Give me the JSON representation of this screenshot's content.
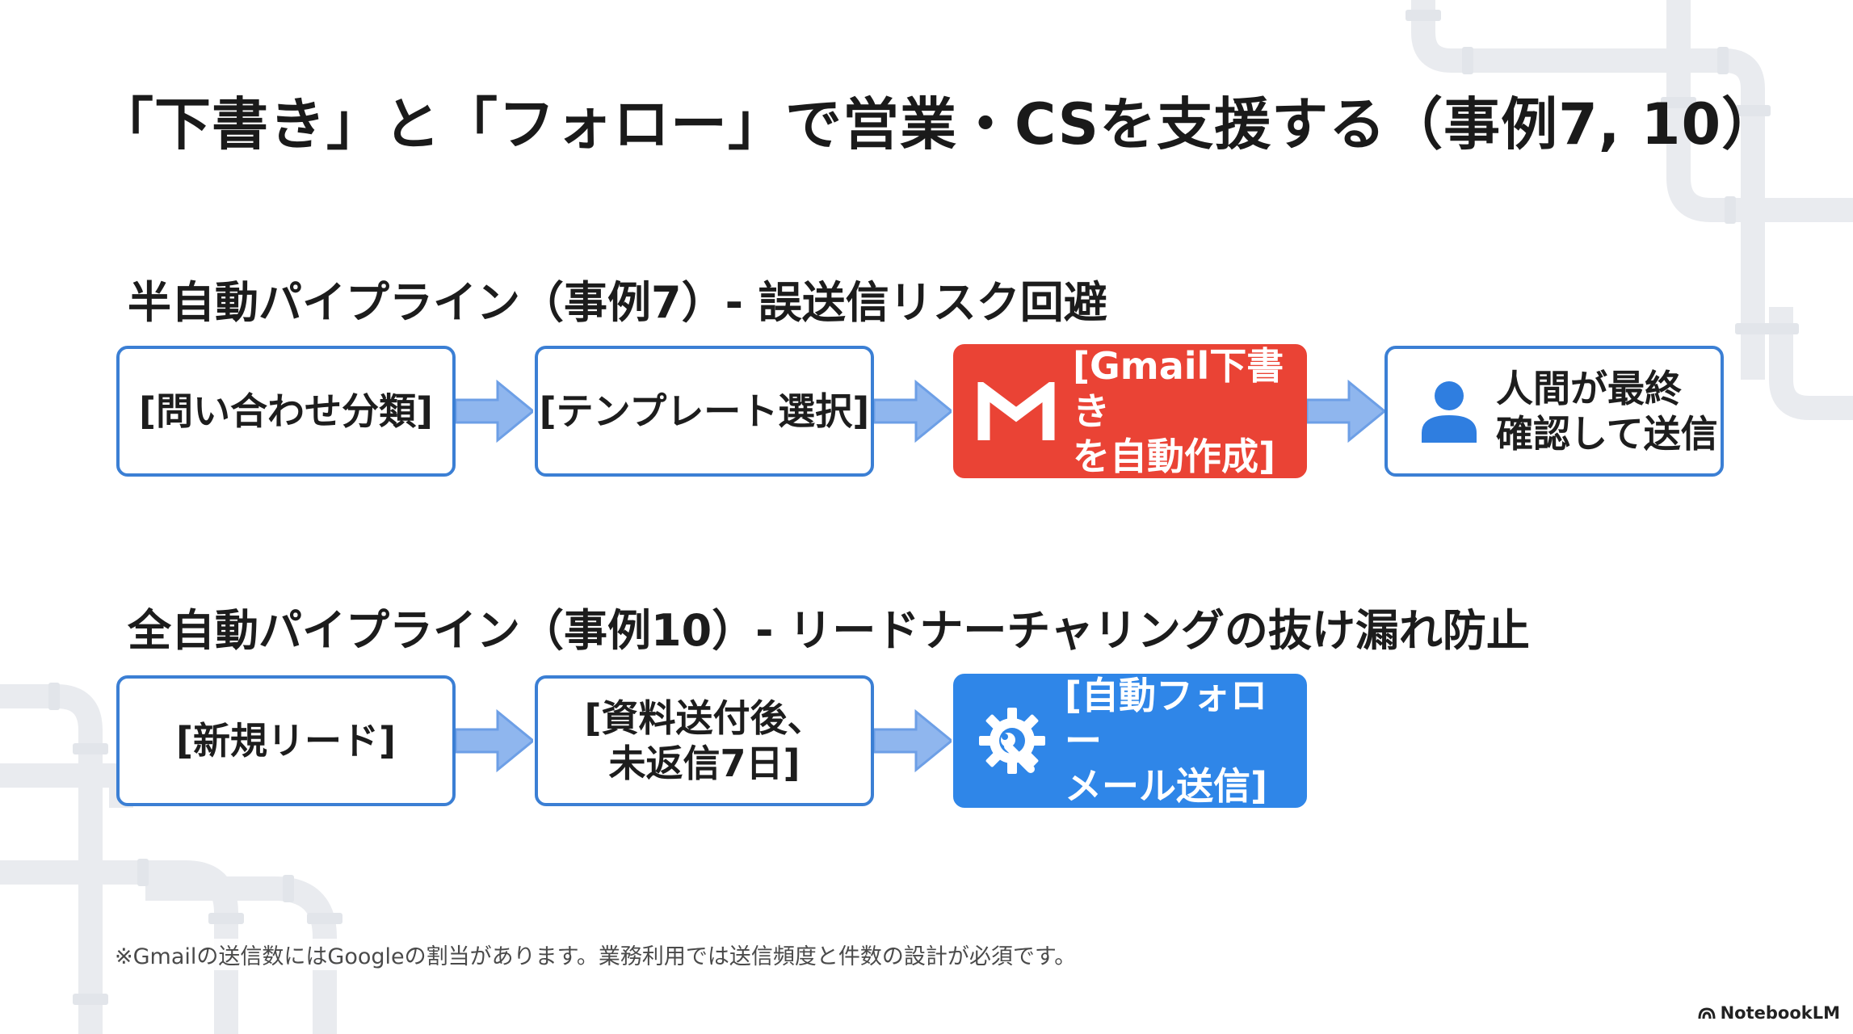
{
  "title": "「下書き」と「フォロー」で営業・CSを支援する（事例7, 10）",
  "sections": [
    {
      "heading": "半自動パイプライン（事例7）- 誤送信リスク回避",
      "steps": [
        {
          "label": "[問い合わせ分類]",
          "style": "outline"
        },
        {
          "label": "[テンプレート選択]",
          "style": "outline"
        },
        {
          "label": "[Gmail下書き\nを自動作成]",
          "style": "filled-red",
          "icon": "gmail-icon"
        },
        {
          "label": "人間が最終\n確認して送信",
          "style": "outline",
          "icon": "person-icon"
        }
      ]
    },
    {
      "heading": "全自動パイプライン（事例10）- リードナーチャリングの抜け漏れ防止",
      "steps": [
        {
          "label": "[新規リード]",
          "style": "outline"
        },
        {
          "label": "[資料送付後、\n未返信7日]",
          "style": "outline"
        },
        {
          "label": "[自動フォロー\nメール送信]",
          "style": "filled-blue",
          "icon": "gear-wrench-icon"
        }
      ]
    }
  ],
  "footnote": "※Gmailの送信数にはGoogleの割当があります。業務利用では送信頻度と件数の設計が必須です。",
  "brand": "NotebookLM",
  "colors": {
    "outline": "#3b7fd4",
    "arrow": "#8fb6ee",
    "red": "#ea4335",
    "blue": "#2f86e8",
    "pipes": "#e6e8ec"
  }
}
